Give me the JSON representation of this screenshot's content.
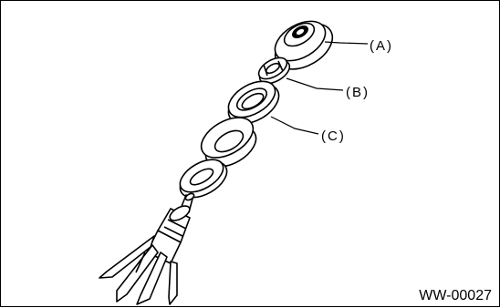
{
  "diagram": {
    "callouts": {
      "a": "(A)",
      "b": "(B)",
      "c": "(C)"
    },
    "figure_code": "WW-00027"
  }
}
